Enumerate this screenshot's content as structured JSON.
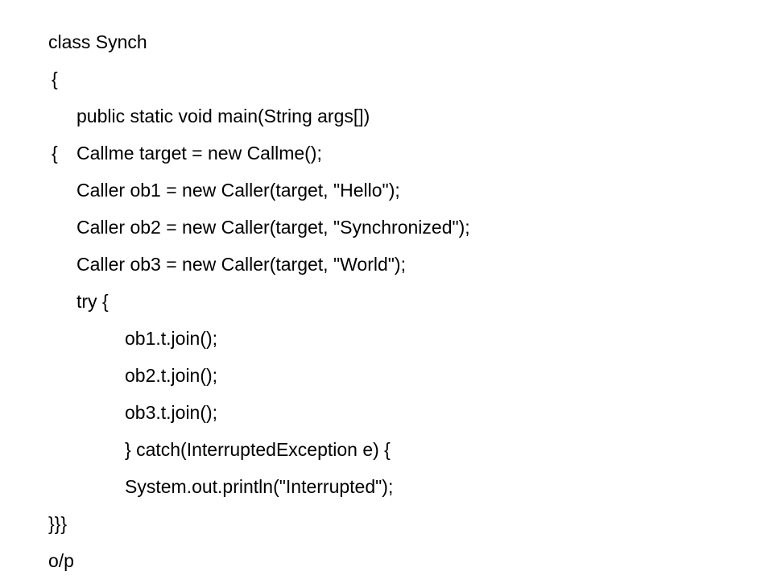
{
  "slide": {
    "lines": [
      "class Synch",
      "{",
      "public static void main(String args[])",
      "{",
      "Callme target = new Callme();",
      "Caller ob1 = new Caller(target, \"Hello\");",
      "Caller ob2 = new Caller(target, \"Synchronized\");",
      "Caller ob3 = new Caller(target, \"World\");",
      "try {",
      "ob1.t.join();",
      "ob2.t.join();",
      "ob3.t.join();",
      "} catch(InterruptedException e) {",
      "System.out.println(\"Interrupted\");",
      "}}}",
      "o/p"
    ],
    "text_color": "#000000",
    "background_color": "#ffffff"
  }
}
